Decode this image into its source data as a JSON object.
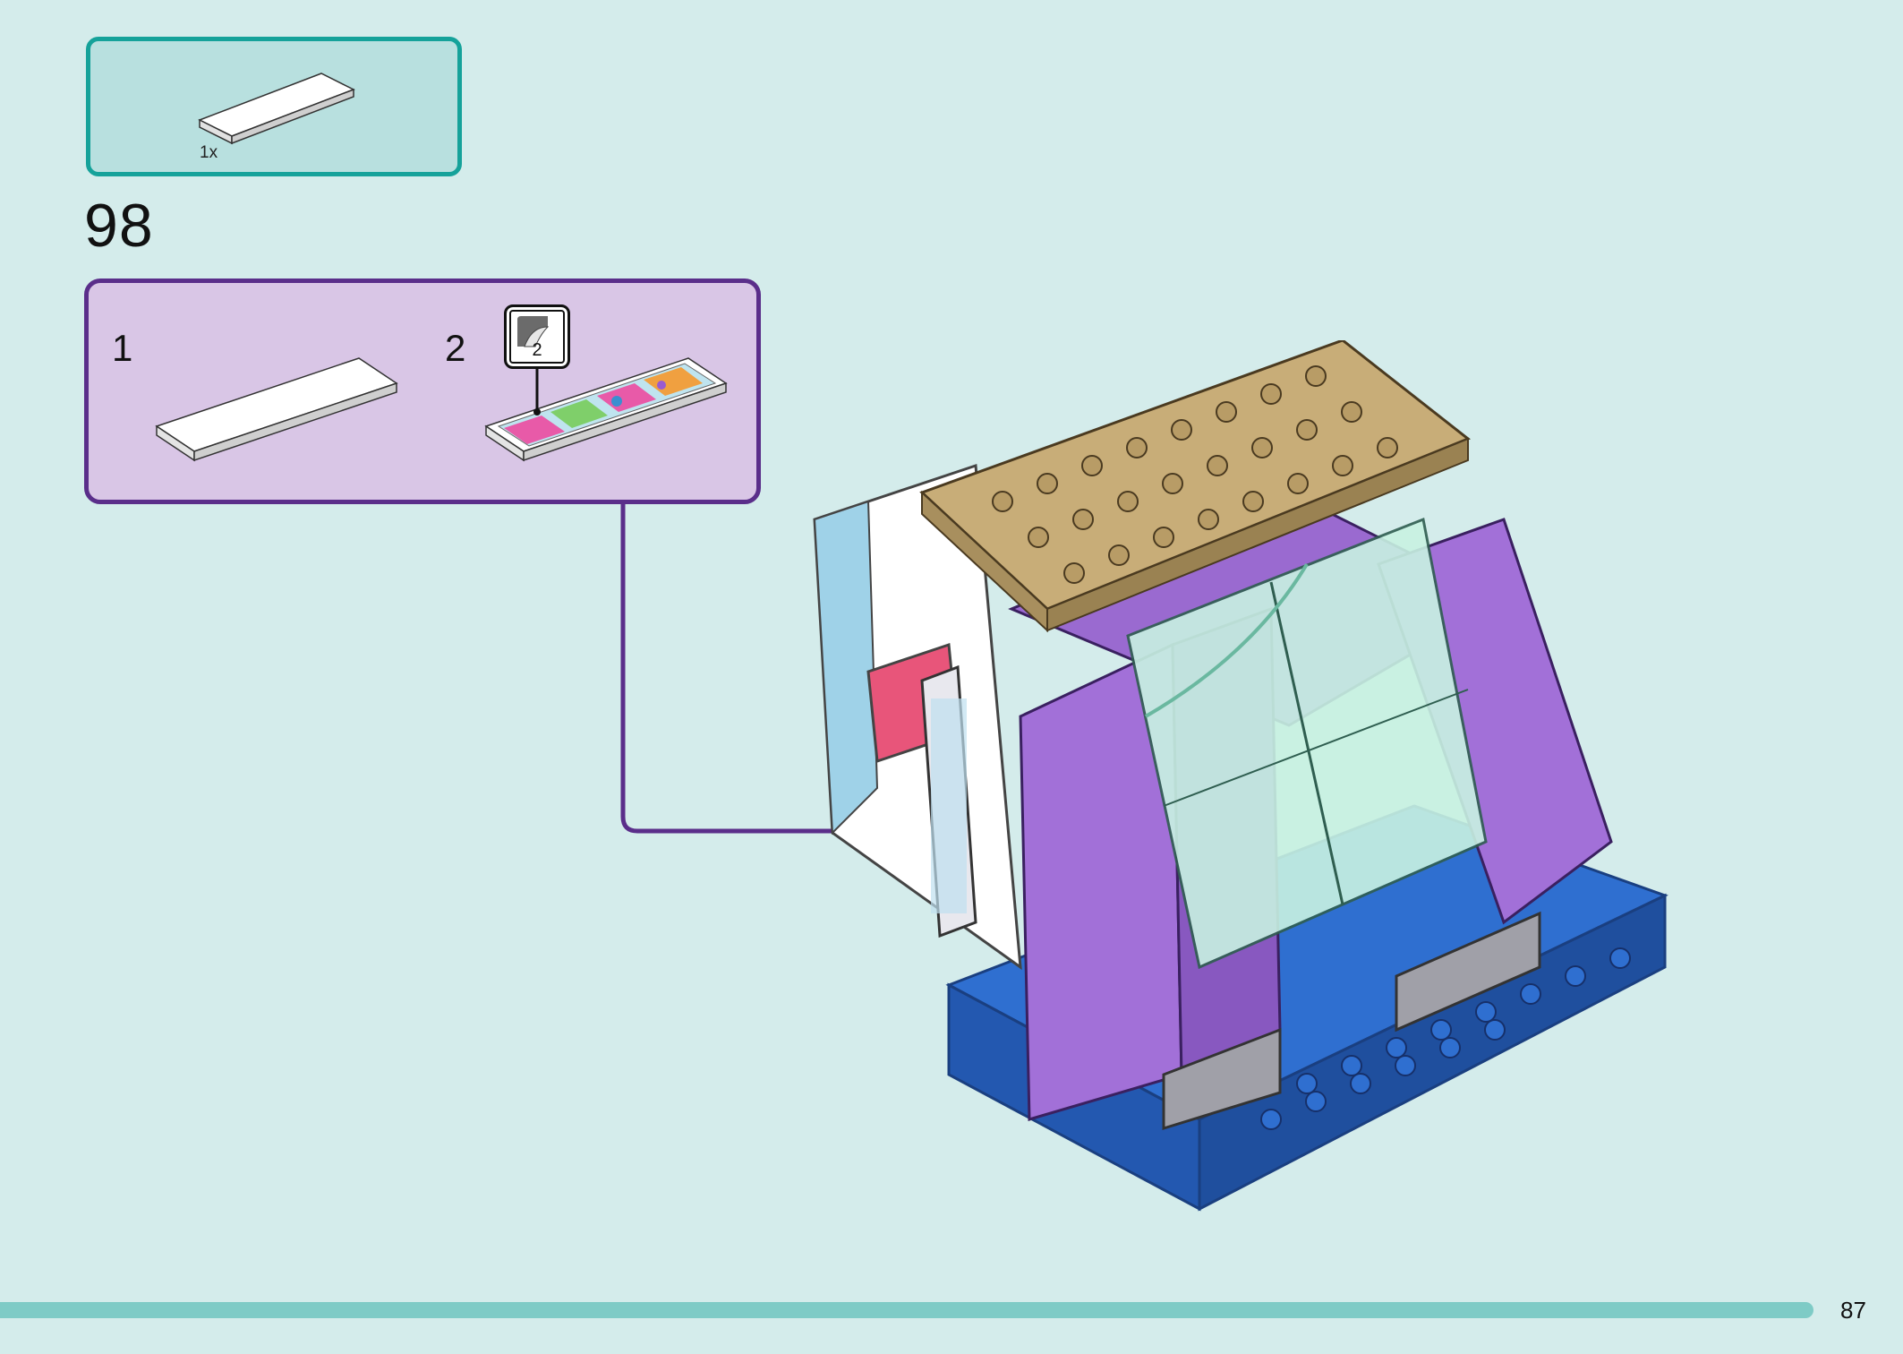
{
  "parts_list": {
    "quantity": "1x",
    "part_icon": "white-tile-1x4"
  },
  "step": {
    "number": "98"
  },
  "substeps": [
    {
      "number": "1",
      "part_icon": "white-tile-1x4"
    },
    {
      "number": "2",
      "part_icon": "printed-tile-with-sticker",
      "sticker_number": "2"
    }
  ],
  "page": {
    "number": "87"
  },
  "colors": {
    "background": "#d4eceb",
    "parts_border": "#15a29a",
    "substep_border": "#5a2e8a",
    "substep_fill": "#d9c6e6",
    "footer_bar": "#7ecbc6"
  }
}
